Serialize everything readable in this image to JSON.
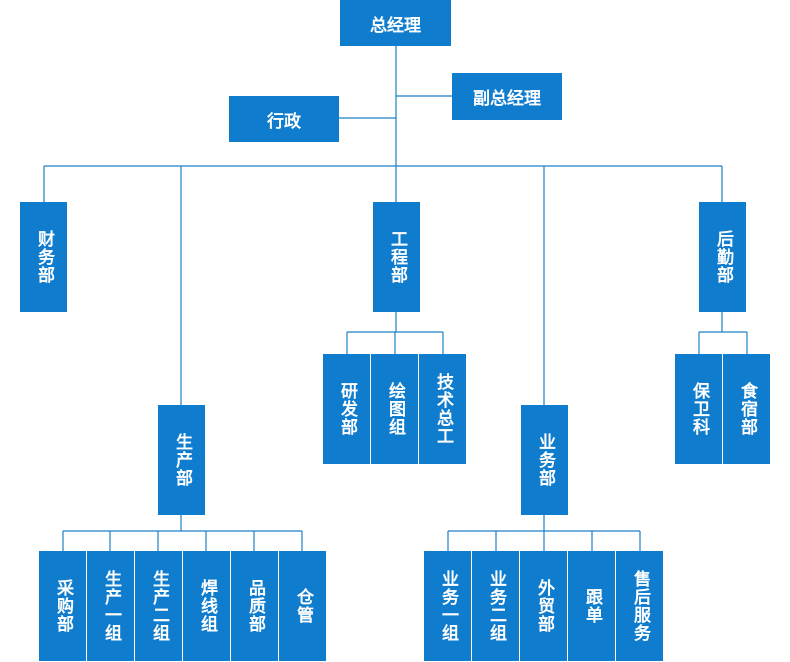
{
  "colors": {
    "box": "#0f7ccd",
    "line": "#1e80c8",
    "text": "#ffffff"
  },
  "nodes": {
    "gm": "总经理",
    "deputy_gm": "副总经理",
    "admin": "行政",
    "finance": "财务部",
    "production": "生产部",
    "engineering": "工程部",
    "sales": "业务部",
    "logistics": "后勤部",
    "engineering_children": [
      "研发部",
      "绘图组",
      "技术总工"
    ],
    "logistics_children": [
      "保卫科",
      "食宿部"
    ],
    "production_children": [
      "采购部",
      "生产一组",
      "生产二组",
      "焊线组",
      "品质部",
      "仓管"
    ],
    "sales_children": [
      "业务一组",
      "业务二组",
      "外贸部",
      "跟单",
      "售后服务"
    ]
  }
}
